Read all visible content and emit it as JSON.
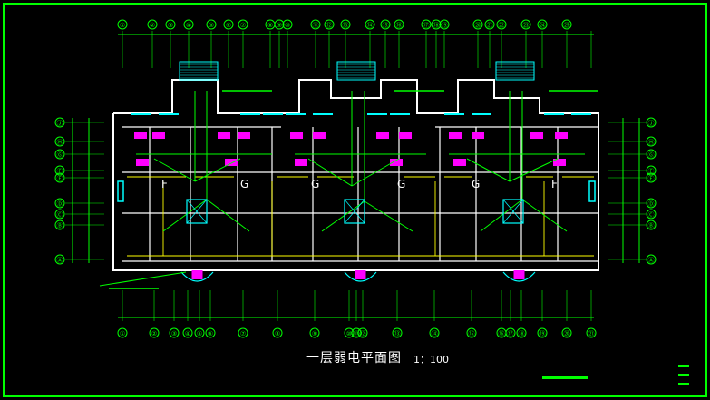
{
  "drawing": {
    "title": "一层弱电平面图",
    "scale": "1：100",
    "colors": {
      "background": "#000000",
      "frame": "#00ff00",
      "wall": "#ffffff",
      "wiring": "#00ff00",
      "window": "#00ffff",
      "equipment": "#ff00ff",
      "balcony": "#ffff00",
      "stair": "#00ffff",
      "annotation": "#00ff00",
      "dimension_text": "#ffff00"
    },
    "unit_letters": [
      "F",
      "G",
      "G",
      "G",
      "G",
      "F"
    ],
    "top_axis_labels": [
      "①",
      "②",
      "③",
      "④",
      "⑤",
      "⑥",
      "⑦",
      "⑧",
      "⑨",
      "⑩",
      "⑪",
      "⑫",
      "⑬",
      "⑭",
      "⑮",
      "⑯",
      "⑰",
      "⑱",
      "⑲",
      "⑳",
      "㉑",
      "㉒",
      "㉓",
      "㉔",
      "㉕"
    ],
    "bottom_axis_labels": [
      "①",
      "②",
      "③",
      "④",
      "⑤",
      "⑥",
      "⑦",
      "⑧",
      "⑨",
      "⑩",
      "⑪",
      "⑫",
      "⑬",
      "⑭",
      "⑮",
      "⑯",
      "⑰",
      "⑱",
      "⑲",
      "⑳",
      "㉑"
    ],
    "side_axis_labels": [
      "Ⓙ",
      "Ⓗ",
      "Ⓖ",
      "Ⓕ",
      "Ⓔ",
      "Ⓓ",
      "Ⓒ",
      "Ⓑ",
      "Ⓐ"
    ]
  }
}
